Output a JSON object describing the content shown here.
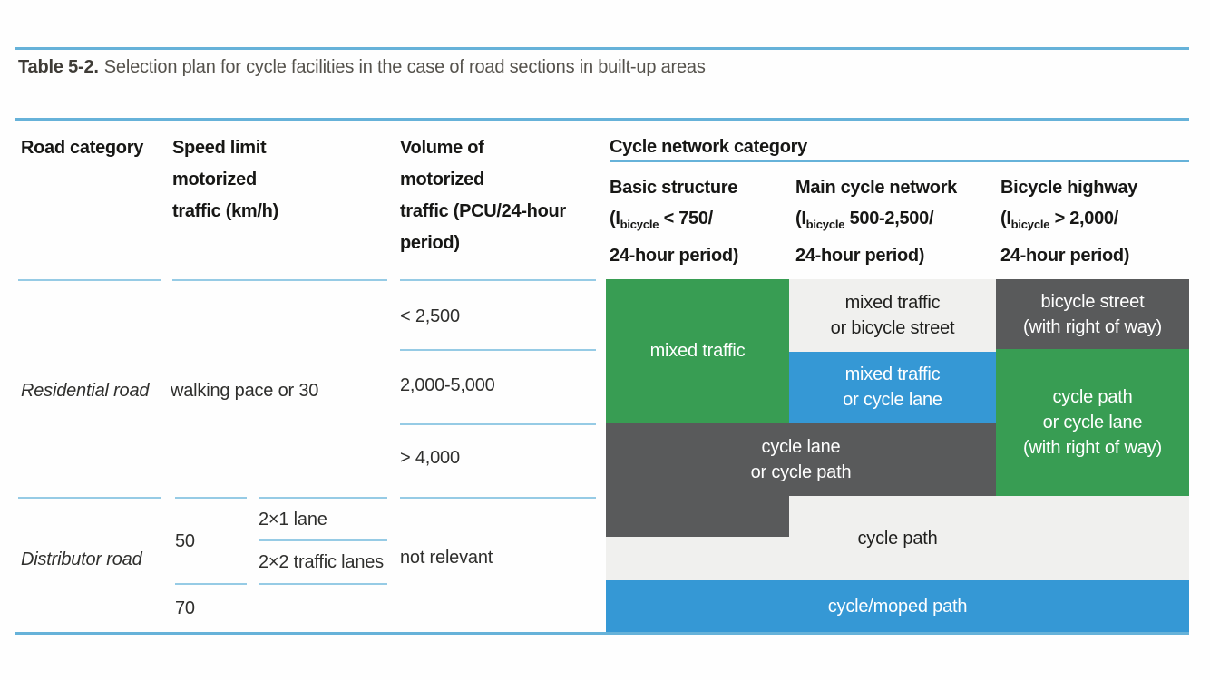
{
  "caption": {
    "label": "Table 5-2.",
    "text": "Selection plan for cycle facilities in the case of road sections in built-up areas"
  },
  "header": {
    "road_category": "Road category",
    "speed_limit": [
      "Speed limit",
      "motorized",
      "traffic (km/h)"
    ],
    "volume": [
      "Volume of",
      "motorized",
      "traffic (PCU/24-hour",
      "period)"
    ],
    "cycle_network": "Cycle network category",
    "basic": {
      "title": "Basic structure",
      "pre": "(I",
      "sub": "bicycle",
      "cond": " < 750/",
      "line3": "24-hour period)"
    },
    "main": {
      "title": "Main cycle network",
      "pre": "(I",
      "sub": "bicycle",
      "cond": " 500-2,500/",
      "line3": "24-hour period)"
    },
    "highway": {
      "title": "Bicycle highway",
      "pre": "(I",
      "sub": "bicycle",
      "cond": " > 2,000/",
      "line3": "24-hour period)"
    }
  },
  "rows": {
    "residential": {
      "category": "Residential road",
      "speed": "walking pace or 30",
      "volume_lt": "< 2,500",
      "volume_mid": "2,000-5,000",
      "volume_gt": "> 4,000"
    },
    "distributor": {
      "category": "Distributor road",
      "speed_50": "50",
      "speed_70": "70",
      "lane_2x1": "2×1 lane",
      "lane_2x2": "2×2 traffic lanes",
      "volume": "not relevant"
    }
  },
  "cells": {
    "mixed_traffic": "mixed traffic",
    "mixed_or_bicycle_street": [
      "mixed traffic",
      "or bicycle street"
    ],
    "bicycle_street": [
      "bicycle street",
      "(with right of way)"
    ],
    "mixed_or_cycle_lane": [
      "mixed traffic",
      "or cycle lane"
    ],
    "cycle_path_or_lane": [
      "cycle path",
      "or cycle lane",
      "(with right of way)"
    ],
    "cycle_lane_or_path": [
      "cycle lane",
      "or cycle path"
    ],
    "cycle_path": "cycle path",
    "cycle_moped_path": "cycle/moped path"
  },
  "colors": {
    "green": "#389d53",
    "blue": "#3598d5",
    "dark_gray": "#595a5b",
    "light_cell": "#f0f0ee",
    "rule_blue": "#66b2d9",
    "line_blue": "#96cbe5"
  }
}
